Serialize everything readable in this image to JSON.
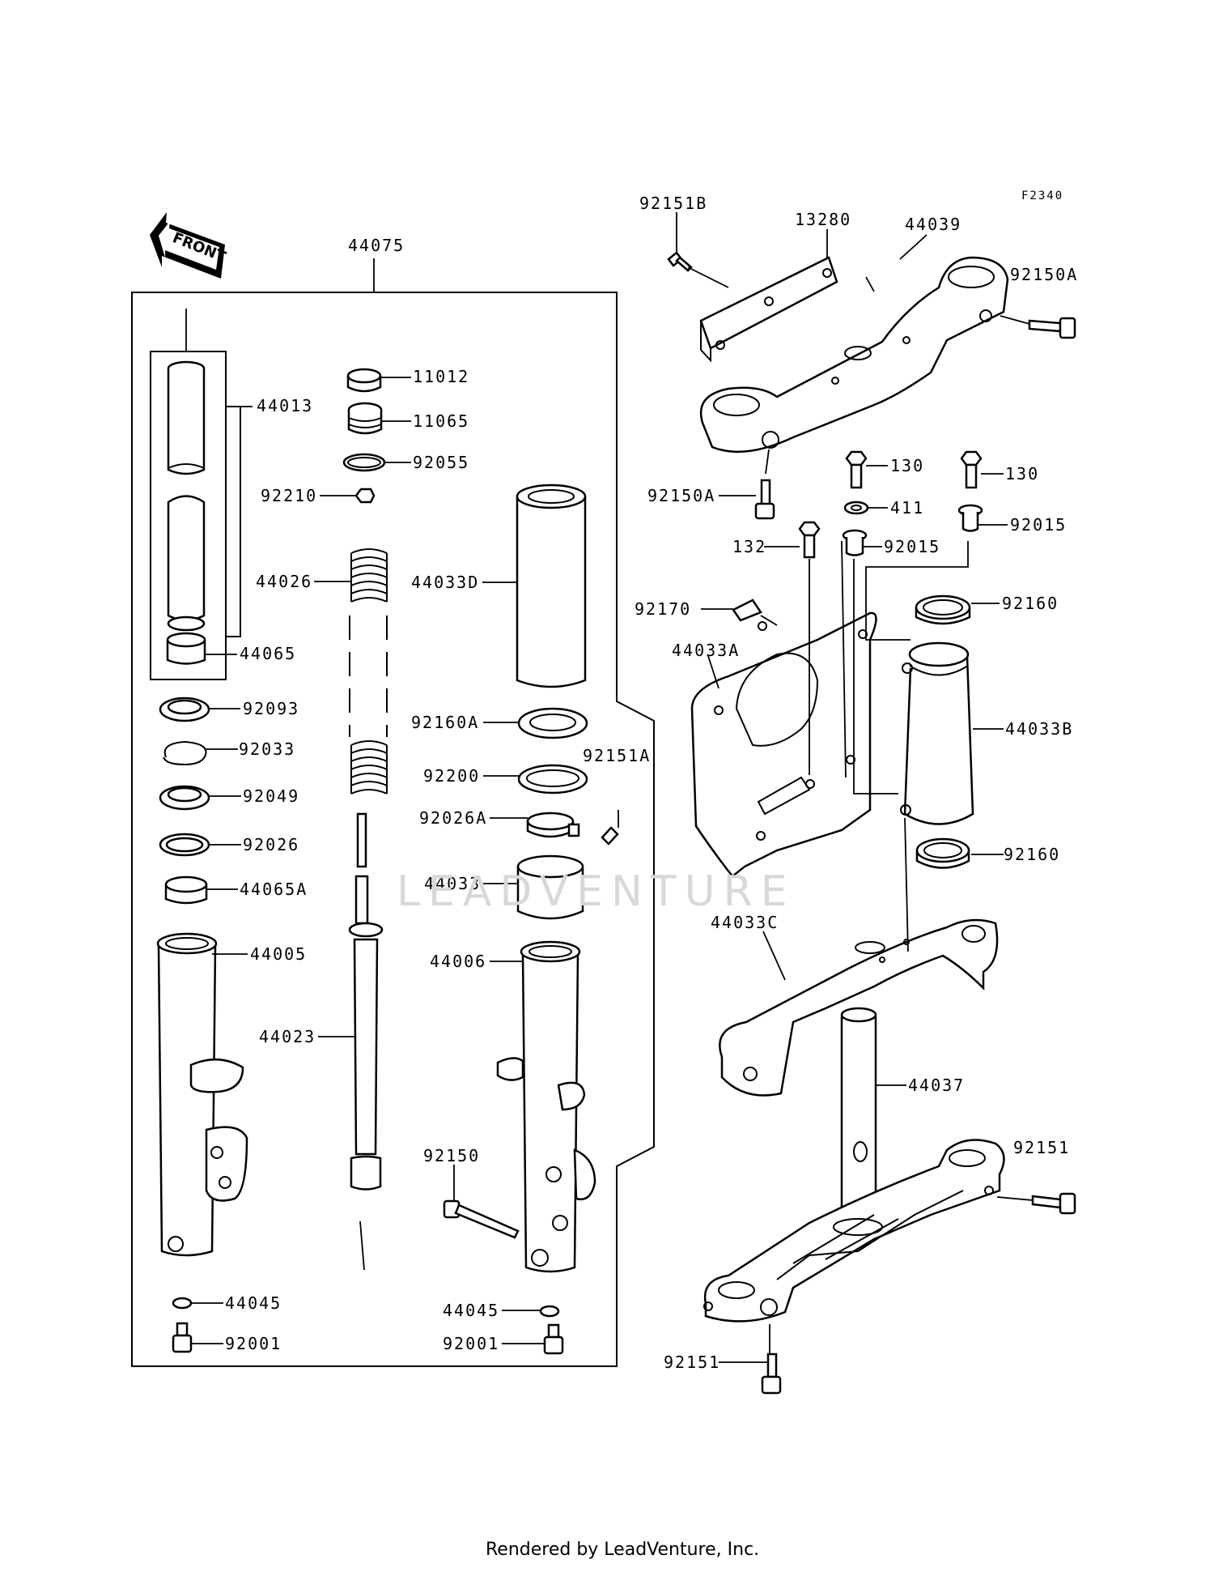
{
  "diagram": {
    "ref_code": "F2340",
    "direction_label": "FRONT",
    "watermark": "LEADVENTURE",
    "footer": "Rendered by LeadVenture, Inc.",
    "assembly_label": "44075",
    "labels": {
      "l44013": "44013",
      "l44065": "44065",
      "l92093": "92093",
      "l92033": "92033",
      "l92049": "92049",
      "l92026": "92026",
      "l44065A": "44065A",
      "l44005": "44005",
      "l44045a": "44045",
      "l92001a": "92001",
      "l11012": "11012",
      "l11065": "11065",
      "l92055": "92055",
      "l92210": "92210",
      "l44026": "44026",
      "l44023": "44023",
      "l44033D": "44033D",
      "l92160A": "92160A",
      "l92200": "92200",
      "l92151A": "92151A",
      "l92026A": "92026A",
      "l44033": "44033",
      "l44006": "44006",
      "l92150": "92150",
      "l44045b": "44045",
      "l92001b": "92001",
      "l92151B": "92151B",
      "l13280": "13280",
      "l44039": "44039",
      "l92150Aa": "92150A",
      "l92150Ab": "92150A",
      "l130a": "130",
      "l130b": "130",
      "l411": "411",
      "l132": "132",
      "l92015a": "92015",
      "l92015b": "92015",
      "l92170": "92170",
      "l44033A": "44033A",
      "l92160a": "92160",
      "l44033B": "44033B",
      "l92160b": "92160",
      "l44033C": "44033C",
      "l44037": "44037",
      "l92151a": "92151",
      "l92151b": "92151"
    }
  }
}
